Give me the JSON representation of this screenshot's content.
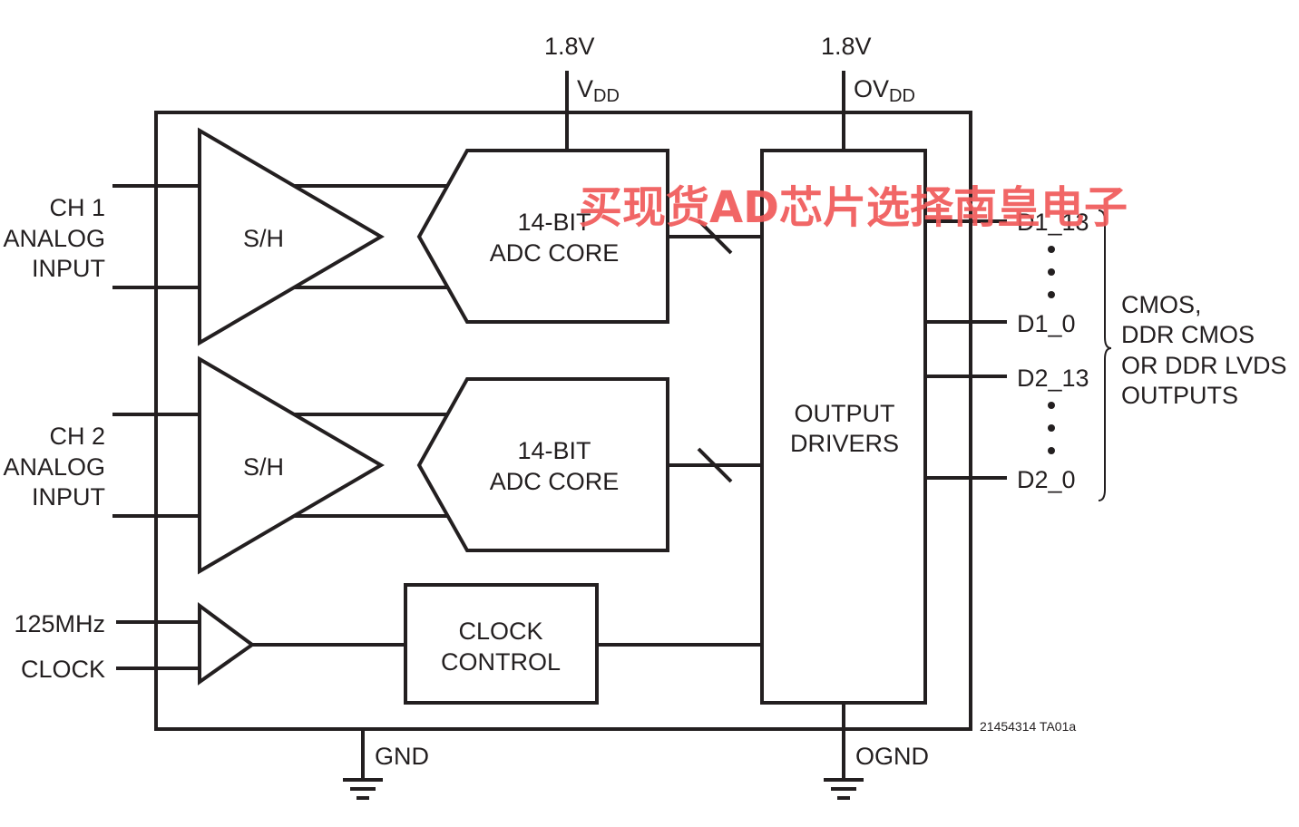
{
  "supplies": {
    "vdd_voltage": "1.8V",
    "vdd_name": "V",
    "vdd_sub": "DD",
    "ovdd_voltage": "1.8V",
    "ovdd_name": "OV",
    "ovdd_sub": "DD",
    "gnd": "GND",
    "ognd": "OGND"
  },
  "inputs": {
    "ch1": [
      "CH 1",
      "ANALOG",
      "INPUT"
    ],
    "ch2": [
      "CH 2",
      "ANALOG",
      "INPUT"
    ],
    "clock": [
      "125MHz",
      "CLOCK"
    ]
  },
  "blocks": {
    "sh1": "S/H",
    "sh2": "S/H",
    "adc1": [
      "14-BIT",
      "ADC CORE"
    ],
    "adc2": [
      "14-BIT",
      "ADC CORE"
    ],
    "clock_control": [
      "CLOCK",
      "CONTROL"
    ],
    "output_drivers": [
      "OUTPUT",
      "DRIVERS"
    ]
  },
  "outputs": {
    "pins": [
      "D1_13",
      "D1_0",
      "D2_13",
      "D2_0"
    ],
    "description": [
      "CMOS,",
      "DDR CMOS",
      "OR DDR LVDS",
      "OUTPUTS"
    ]
  },
  "figure_id": "21454314 TA01a",
  "watermark": "买现货AD芯片选择南皇电子"
}
